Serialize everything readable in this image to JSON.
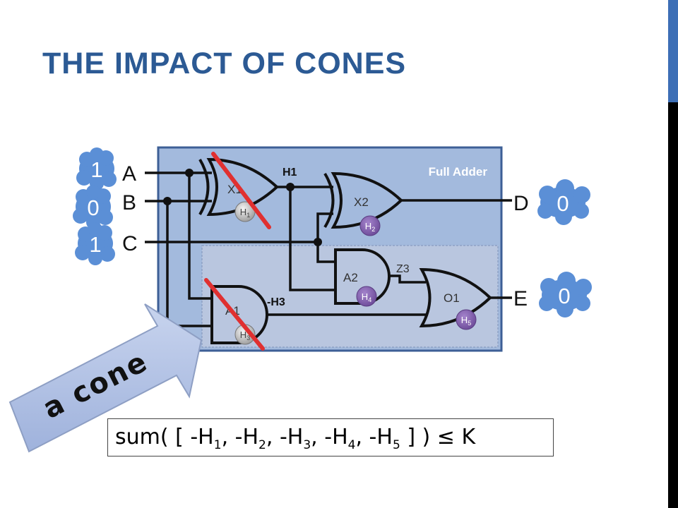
{
  "slide": {
    "title": "THE IMPACT OF CONES"
  },
  "circuit": {
    "box_label": "Full Adder",
    "inputs": [
      {
        "name": "A",
        "value": "1"
      },
      {
        "name": "B",
        "value": "0"
      },
      {
        "name": "C",
        "value": "1"
      }
    ],
    "outputs": [
      {
        "name": "D",
        "value": "0"
      },
      {
        "name": "E",
        "value": "0"
      }
    ],
    "gates": {
      "x1": "X1",
      "x2": "X2",
      "a1": "A1",
      "a2": "A2",
      "o1": "O1"
    },
    "health": {
      "h1": {
        "base": "H",
        "sub": "1"
      },
      "h2": {
        "base": "H",
        "sub": "2"
      },
      "h3": {
        "base": "H",
        "sub": "3"
      },
      "h4": {
        "base": "H",
        "sub": "4"
      },
      "h5": {
        "base": "H",
        "sub": "5"
      }
    },
    "wire_labels": {
      "h1": "H1",
      "h3": "-H3",
      "z3": "Z3"
    }
  },
  "callout": {
    "text": "a cone"
  },
  "formula": {
    "prefix": "sum( [ ",
    "terms": [
      {
        "base": "-H",
        "sub": "1",
        "sep": ", "
      },
      {
        "base": "-H",
        "sub": "2",
        "sep": ", "
      },
      {
        "base": "-H",
        "sub": "3",
        "sep": ", "
      },
      {
        "base": "-H",
        "sub": "4",
        "sep": ", "
      },
      {
        "base": "-H",
        "sub": "5",
        "sep": " "
      }
    ],
    "suffix": "] ) ≤ K"
  },
  "colors": {
    "title": "#2c5a94",
    "box_fill": "#a3badd",
    "box_border": "#3d5f96",
    "inner_fill": "#b9c6df",
    "purple_badge": "#8060a8",
    "gray_badge": "#cccccc",
    "cloud": "#5b8fd6",
    "strike": "#e03030",
    "arrow": "#aebfe2"
  }
}
